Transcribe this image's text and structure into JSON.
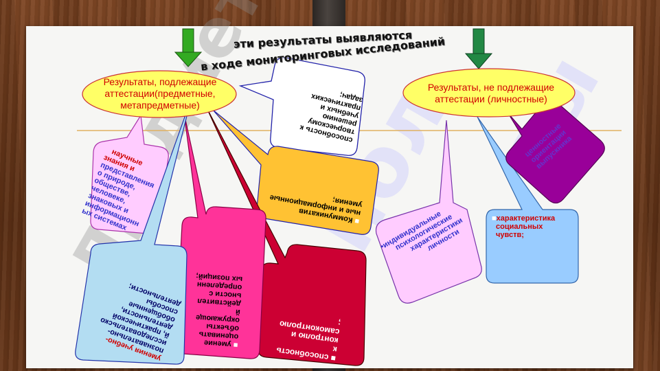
{
  "slide": {
    "heading_line1": "эти результаты выявляются",
    "heading_line2": "в ходе мониторинговых  исследований"
  },
  "ovals": {
    "left": "Результаты, подлежащие аттестации(предметные, метапредметные)",
    "right": "Результаты, не подлежащие аттестации (личностные)"
  },
  "bubbles": {
    "knowledge": [
      "научные",
      "знания и",
      "представления",
      "о природе,",
      "обществе,",
      "человеке,",
      "знаковых и",
      "информационн",
      "ых системах"
    ],
    "creative": [
      "способность к",
      "творческому",
      "решению",
      "учебных и",
      "практических",
      "задач;"
    ],
    "communicative": [
      "Коммуникатив",
      "ные и информационные",
      "умения;"
    ],
    "learning": [
      "умения учебно-",
      "познавательно-",
      "исследовательско",
      "й, практической",
      "деятельности,",
      "обобщенные",
      "способы",
      "деятельности;"
    ],
    "evaluate": [
      "умение",
      "оценивать",
      "объекты",
      "окружающе",
      "й",
      "действител",
      "ьности с",
      "определенн",
      "ых позиций;"
    ],
    "control": [
      "способность",
      "к",
      "контролю и",
      "самоконтролю",
      ";"
    ],
    "individual": [
      "индивидуальные",
      "психологические",
      "характеристики",
      "личности"
    ],
    "social": [
      "характеристика",
      "социальных",
      "чувств;"
    ],
    "values": [
      "ценностные",
      "ориентации",
      "выпускника"
    ]
  },
  "bullets": {
    "square": "■",
    "dot": "•"
  },
  "watermark": {
    "left_word": "предмет",
    "right_word": "пол",
    "right_letters": "аы"
  },
  "colors": {
    "oval": "#ffff66",
    "knowledge": "#ffccff",
    "creative": "#ffffff",
    "communicative": "#ffc233",
    "learning": "#b3ddf2",
    "evaluate": "#ff3399",
    "control": "#cc0033",
    "individual": "#ffccff",
    "social": "#99ccff",
    "values": "#990099",
    "arrow_left": "#33aa22",
    "arrow_right": "#228844"
  }
}
